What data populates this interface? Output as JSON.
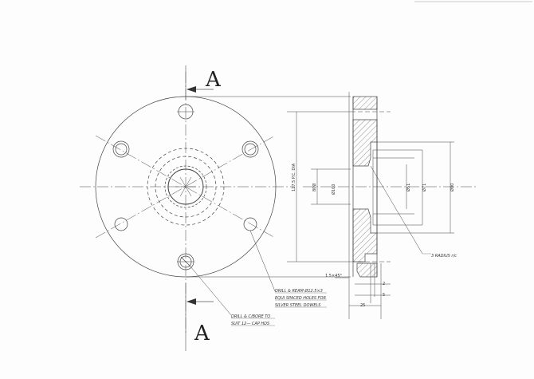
{
  "drawing": {
    "type": "engineering-drawing",
    "views": [
      "front-view",
      "section-A-A"
    ],
    "section_label_top": "A",
    "section_label_bottom": "A",
    "notes": {
      "dowel_holes_line1": "DRILL & REAM Ø12.5×3",
      "dowel_holes_line2": "EQUI SPACED HOLES FOR",
      "dowel_holes_line3": "SILVER STEEL DOWELS",
      "bolt_holes_line1": "DRILL & C/BORE TO",
      "bolt_holes_line2": "SUIT 12— CAP HDS",
      "radius_note": "3 RADIUS r/c"
    },
    "dimensions": {
      "pcd": "127.5 P.C. DIA",
      "bore_small": "Ø100",
      "bore_label": "80Ø",
      "dia_51": "Ø51",
      "dia_71": "Ø71",
      "dia_90": "Ø90",
      "chamfer": "1.5×45°",
      "width_2": "2",
      "width_5": "5",
      "width_25": "25"
    },
    "colors": {
      "line": "#333333",
      "hatch": "#555555",
      "paper": "#fdfdfd"
    }
  }
}
